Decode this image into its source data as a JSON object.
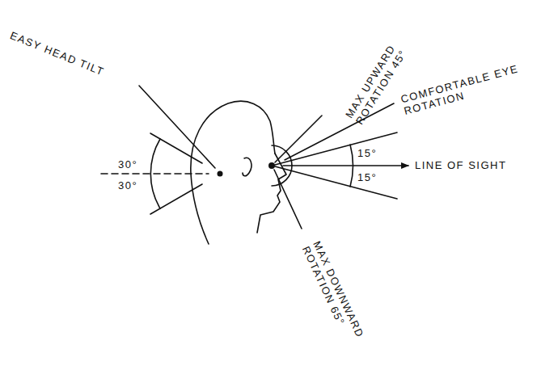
{
  "diagram": {
    "labels": [
      "EASY HEAD TILT",
      "30°",
      "30°",
      "MAX UPWARD ROTATION 45°",
      "COMFORTABLE EYE ROTATION",
      "15°",
      "15°",
      "LINE OF SIGHT",
      "MAX DOWNWARD ROTATION 65°"
    ]
  }
}
